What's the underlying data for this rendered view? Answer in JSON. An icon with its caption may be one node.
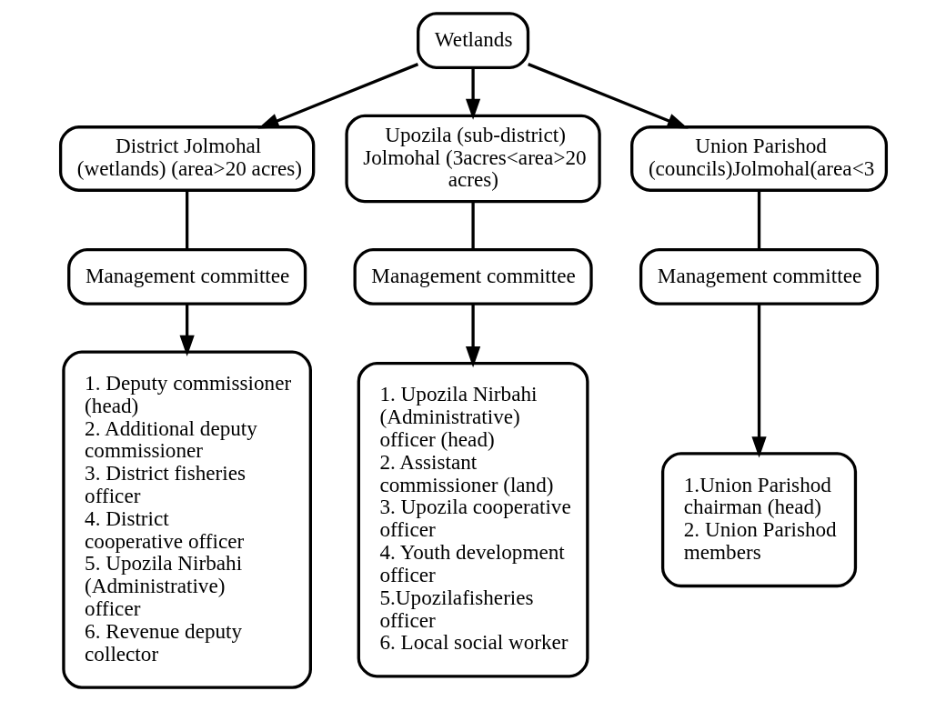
{
  "diagram": {
    "nodes": [
      {
        "text": [
          "Wetlands"
        ]
      },
      {
        "text": [
          "District Jolmohal (wetlands) (area>20 acres)"
        ]
      },
      {
        "text": [
          "Upozila (sub-district) Jolmohal (3acres<area>20 acres)"
        ]
      },
      {
        "text": [
          "Union Parishod (councils)Jolmohal(area<3"
        ]
      },
      {
        "text": [
          "Management committee"
        ]
      },
      {
        "text": [
          "Management committee"
        ]
      },
      {
        "text": [
          "Management committee"
        ]
      },
      {
        "text": [
          "1. Deputy commissioner (head)",
          "2. Additional deputy commissioner",
          "3. District fisheries officer",
          "4. District cooperative officer",
          "5. Upozila Nirbahi (Administrative) officer",
          "6. Revenue deputy collector"
        ]
      },
      {
        "text": [
          "1. Upozila Nirbahi (Administrative) officer (head)",
          "2. Assistant commissioner (land)",
          "3. Upozila cooperative officer",
          "4. Youth development officer",
          "5.Upozilafisheries officer",
          "6. Local social worker"
        ]
      },
      {
        "text": [
          "1.Union Parishod chairman (head)",
          "2. Union Parishod members"
        ]
      }
    ],
    "edges": [
      {
        "from": 0,
        "to": 1,
        "arrow": "to"
      },
      {
        "from": 0,
        "to": 2,
        "arrow": "to"
      },
      {
        "from": 0,
        "to": 3,
        "arrow": "to"
      },
      {
        "from": 1,
        "to": 4,
        "arrow": "none"
      },
      {
        "from": 2,
        "to": 5,
        "arrow": "none"
      },
      {
        "from": 3,
        "to": 6,
        "arrow": "none"
      },
      {
        "from": 4,
        "to": 7,
        "arrow": "to"
      },
      {
        "from": 5,
        "to": 8,
        "arrow": "to"
      },
      {
        "from": 6,
        "to": 9,
        "arrow": "to"
      }
    ]
  }
}
